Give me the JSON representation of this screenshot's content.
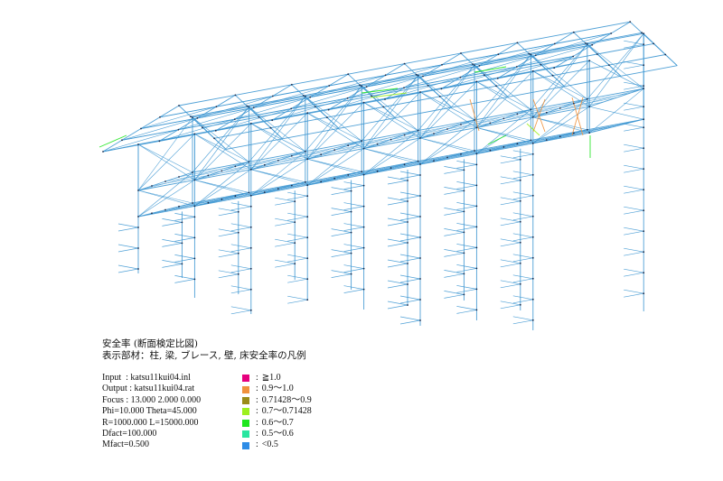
{
  "title": {
    "line1": "安全率 (断面検定比図)",
    "line2": "表示部材：柱, 梁, ブレース, 壁, 床安全率の凡例"
  },
  "params": [
    "Input  : katsu11kui04.inl",
    "Output : katsu11kui04.rat",
    "Focus : 13.000 2.000 0.000",
    "Phi=10.000 Theta=45.000",
    "R=1000.000 L=15000.000",
    "Dfact=100.000",
    "Mfact=0.500"
  ],
  "legend": [
    {
      "label": "≧1.0",
      "color": "#e6007e"
    },
    {
      "label": "0.9～1.0",
      "color": "#f0913c"
    },
    {
      "label": "0.71428～0.9",
      "color": "#9a8c18"
    },
    {
      "label": "0.7～0.71428",
      "color": "#9cf01e"
    },
    {
      "label": "0.6～0.7",
      "color": "#1ee61e"
    },
    {
      "label": "0.5～0.6",
      "color": "#28e6a0"
    },
    {
      "label": "<0.5",
      "color": "#2d8ce6"
    }
  ],
  "legend_separator": ":",
  "colors": {
    "member": "#3c96d2",
    "node": "#1a2a4a",
    "highlight_orange": "#f0913c",
    "highlight_green": "#1ee61e",
    "highlight_lime": "#9cf01e"
  },
  "structure": {
    "bays": 8,
    "frame_origin": [
      153,
      160
    ],
    "bay_step": [
      62.4,
      -11.6
    ],
    "depth_step": [
      15,
      5
    ],
    "roof_peak_left": [
      198,
      117
    ],
    "roof_eave_left": [
      114,
      168
    ],
    "floor1_dy": 51,
    "floor2_dy": 80,
    "pile_bottoms": [
      303,
      330,
      348,
      332,
      343,
      361,
      355,
      366,
      345
    ],
    "pile_spring_spacing": 23
  }
}
